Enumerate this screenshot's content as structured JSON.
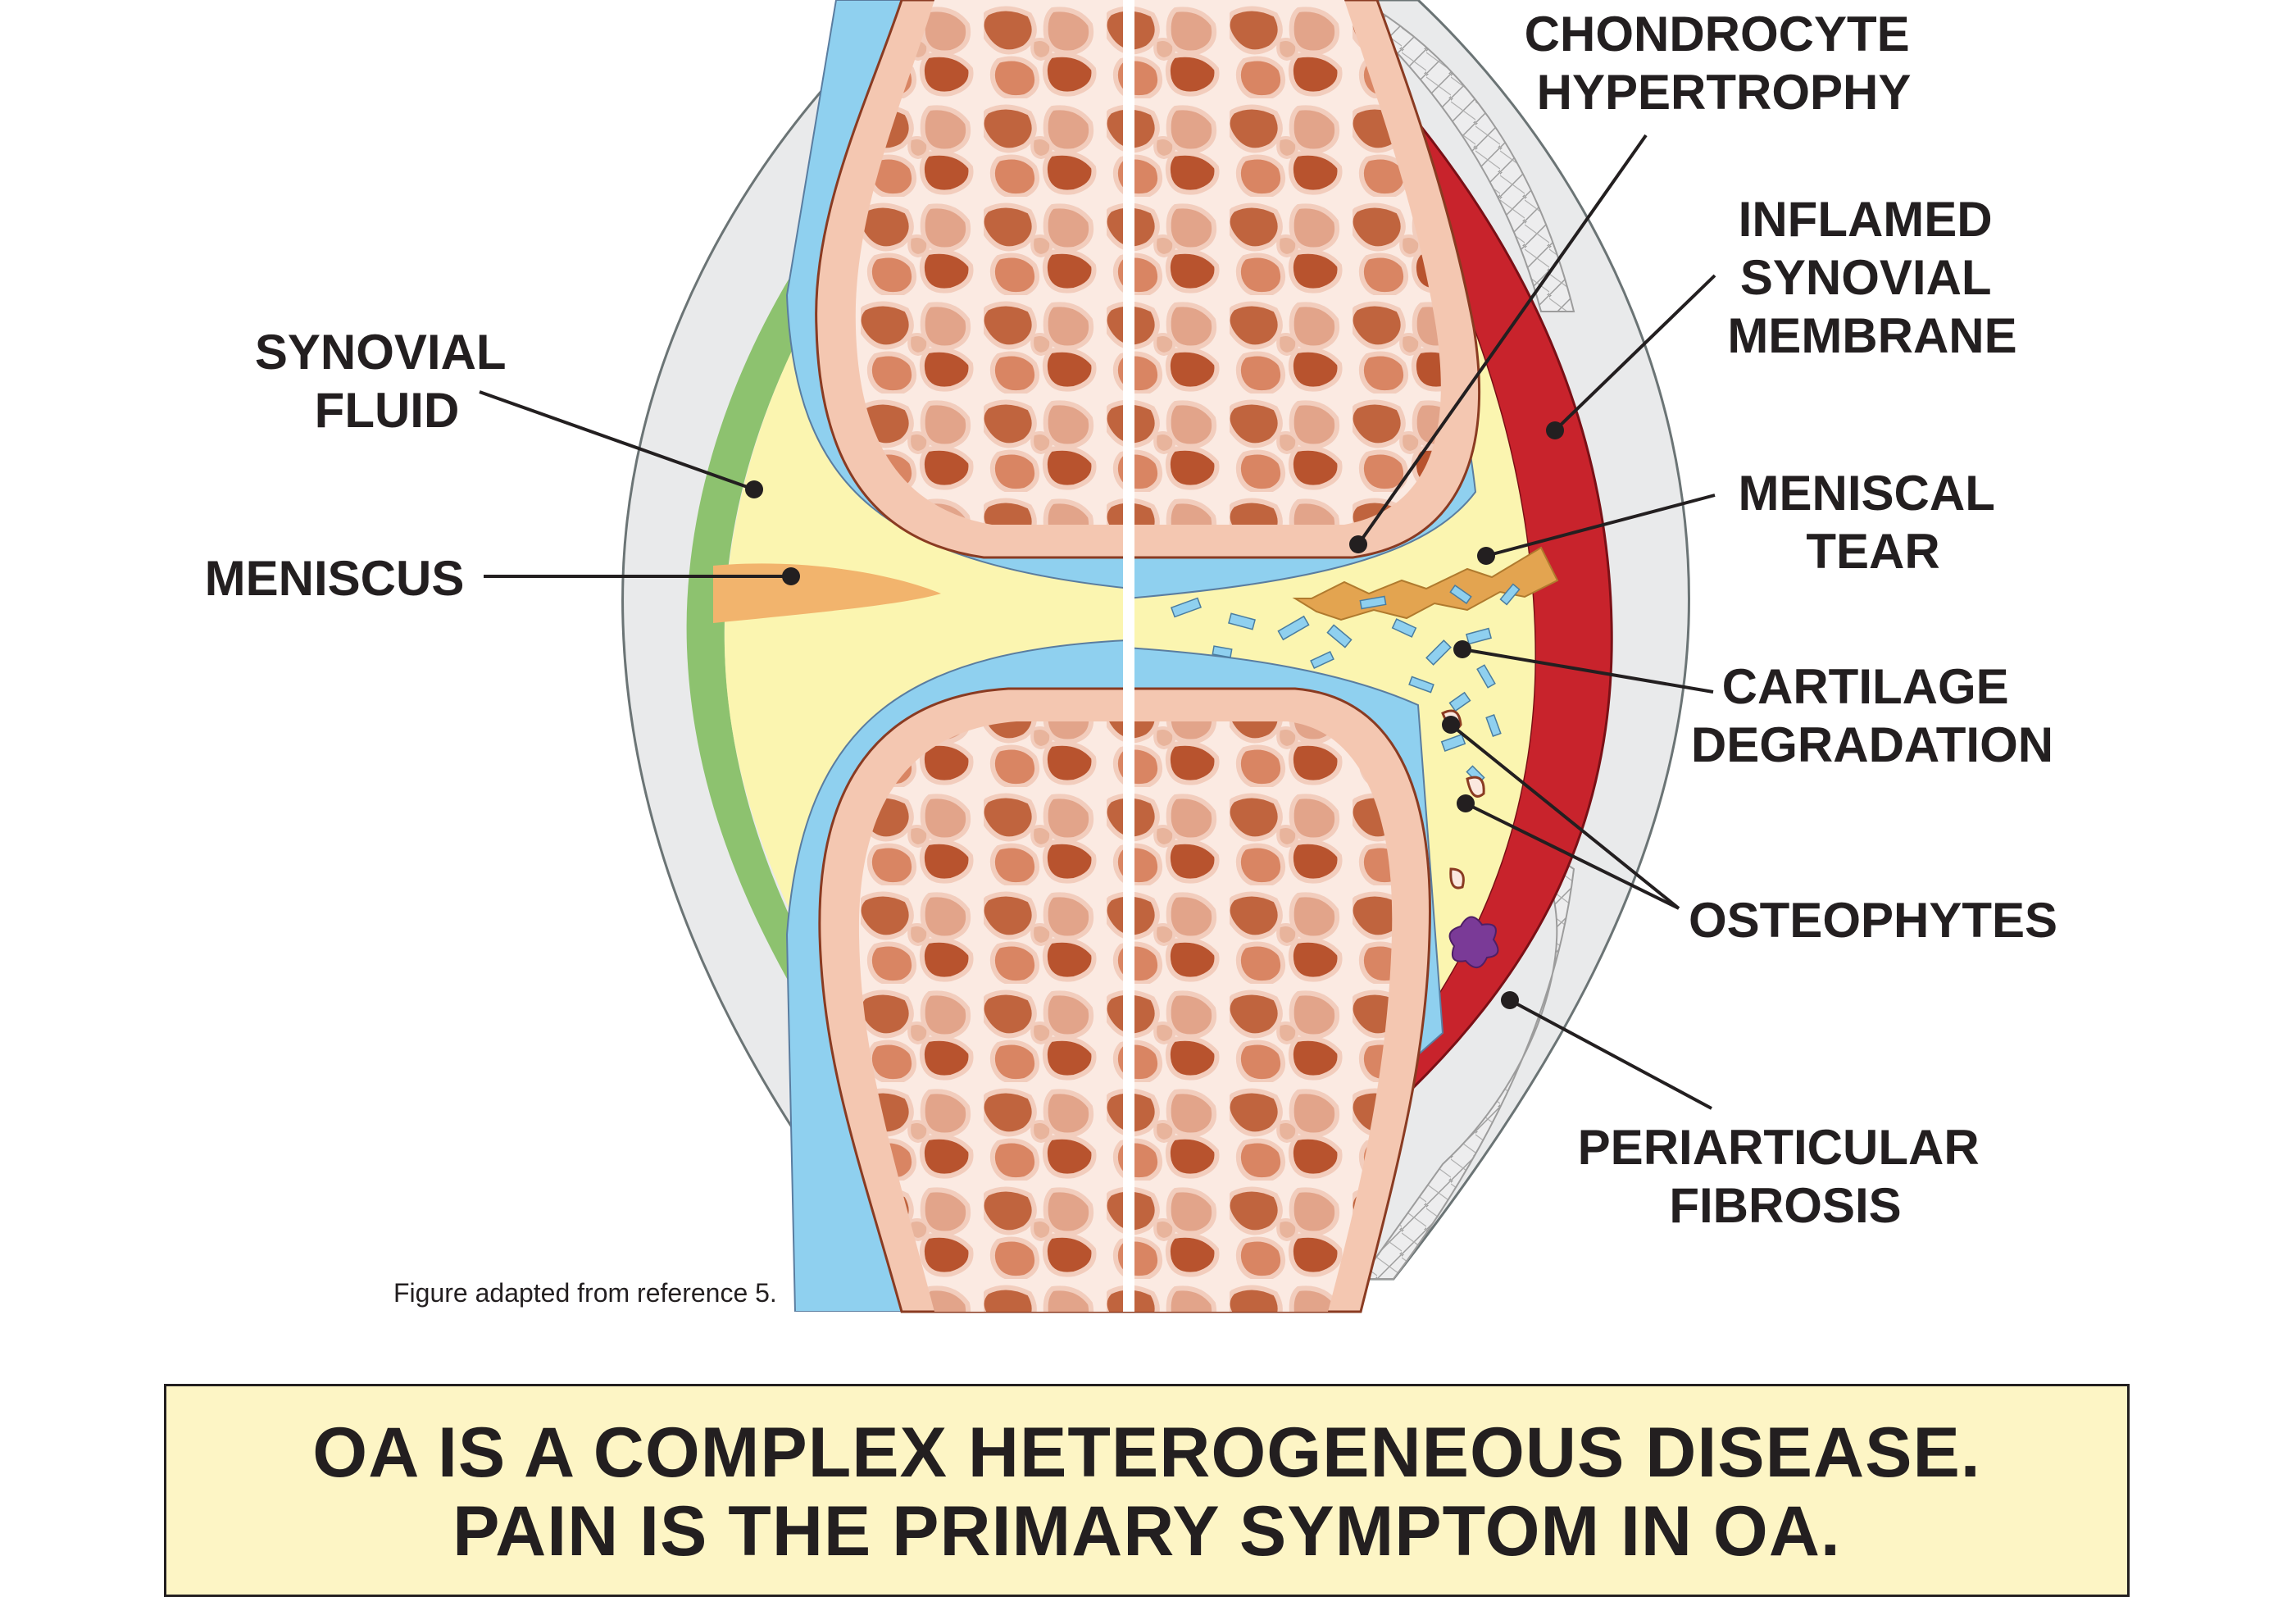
{
  "labels": {
    "synovial_fluid": [
      "SYNOVIAL",
      "FLUID"
    ],
    "meniscus": [
      "MENISCUS"
    ],
    "chondrocyte_hypertrophy": [
      "CHONDROCYTE",
      "HYPERTROPHY"
    ],
    "inflamed_synovial_membrane": [
      "INFLAMED",
      "SYNOVIAL",
      "MEMBRANE"
    ],
    "meniscal_tear": [
      "MENISCAL",
      "TEAR"
    ],
    "cartilage_degradation": [
      "CARTILAGE",
      "DEGRADATION"
    ],
    "osteophytes": [
      "OSTEOPHYTES"
    ],
    "periarticular_fibrosis": [
      "PERIARTICULAR",
      "FIBROSIS"
    ]
  },
  "credit": "Figure adapted from reference 5.",
  "banner": {
    "line1": "OA IS A COMPLEX HETEROGENEOUS DISEASE.",
    "line2": "PAIN IS THE PRIMARY SYMPTOM IN OA."
  },
  "colors": {
    "capsule": "#e9eaeb",
    "synovium_healthy": "#8dc26f",
    "synovium_inflamed": "#c8232c",
    "cartilage": "#8fd0ef",
    "synovial_fluid": "#fbf5b0",
    "meniscus": "#f2b46d",
    "bone_cortex": "#f4c7b1",
    "bone_inner": "#fbe8df",
    "trabecular_pore": "#b5532e",
    "banner_bg": "#fdf5c5"
  }
}
